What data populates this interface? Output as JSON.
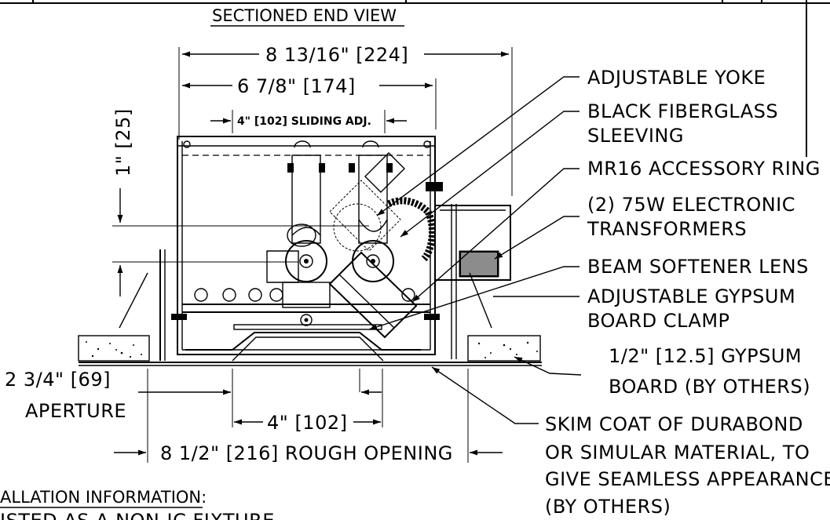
{
  "view_title": "SECTIONED END VIEW",
  "dimensions": {
    "overall_width": "8 13/16\" [224]",
    "housing_width": "6 7/8\" [174]",
    "sliding_adj": "4\" [102] SLIDING ADJ.",
    "vertical_adj": "1\" [25]",
    "aperture_line1": "2 3/4\" [69]",
    "aperture_line2": "APERTURE",
    "center_width": "4\" [102]",
    "rough_opening": "8 1/2\" [216] ROUGH OPENING"
  },
  "callouts": {
    "adjustable_yoke": "ADJUSTABLE YOKE",
    "fiberglass_line1": "BLACK FIBERGLASS",
    "fiberglass_line2": "SLEEVING",
    "accessory_ring": "MR16 ACCESSORY RING",
    "transformers_line1": "(2) 75W ELECTRONIC",
    "transformers_line2": "TRANSFORMERS",
    "lens": "BEAM SOFTENER LENS",
    "clamp_line1": "ADJUSTABLE GYPSUM",
    "clamp_line2": "BOARD CLAMP",
    "gypsum_line1": "1/2\" [12.5] GYPSUM",
    "gypsum_line2": "BOARD (BY OTHERS)",
    "skim_line1": "SKIM COAT OF DURABOND",
    "skim_line2": "OR SIMULAR MATERIAL, TO",
    "skim_line3": "GIVE SEAMLESS APPEARANCE",
    "skim_line4": "(BY OTHERS)"
  },
  "installation": {
    "heading": "ALLATION INFORMATION:",
    "line1": "ISTED AS A NON-IC FIXTURE"
  }
}
